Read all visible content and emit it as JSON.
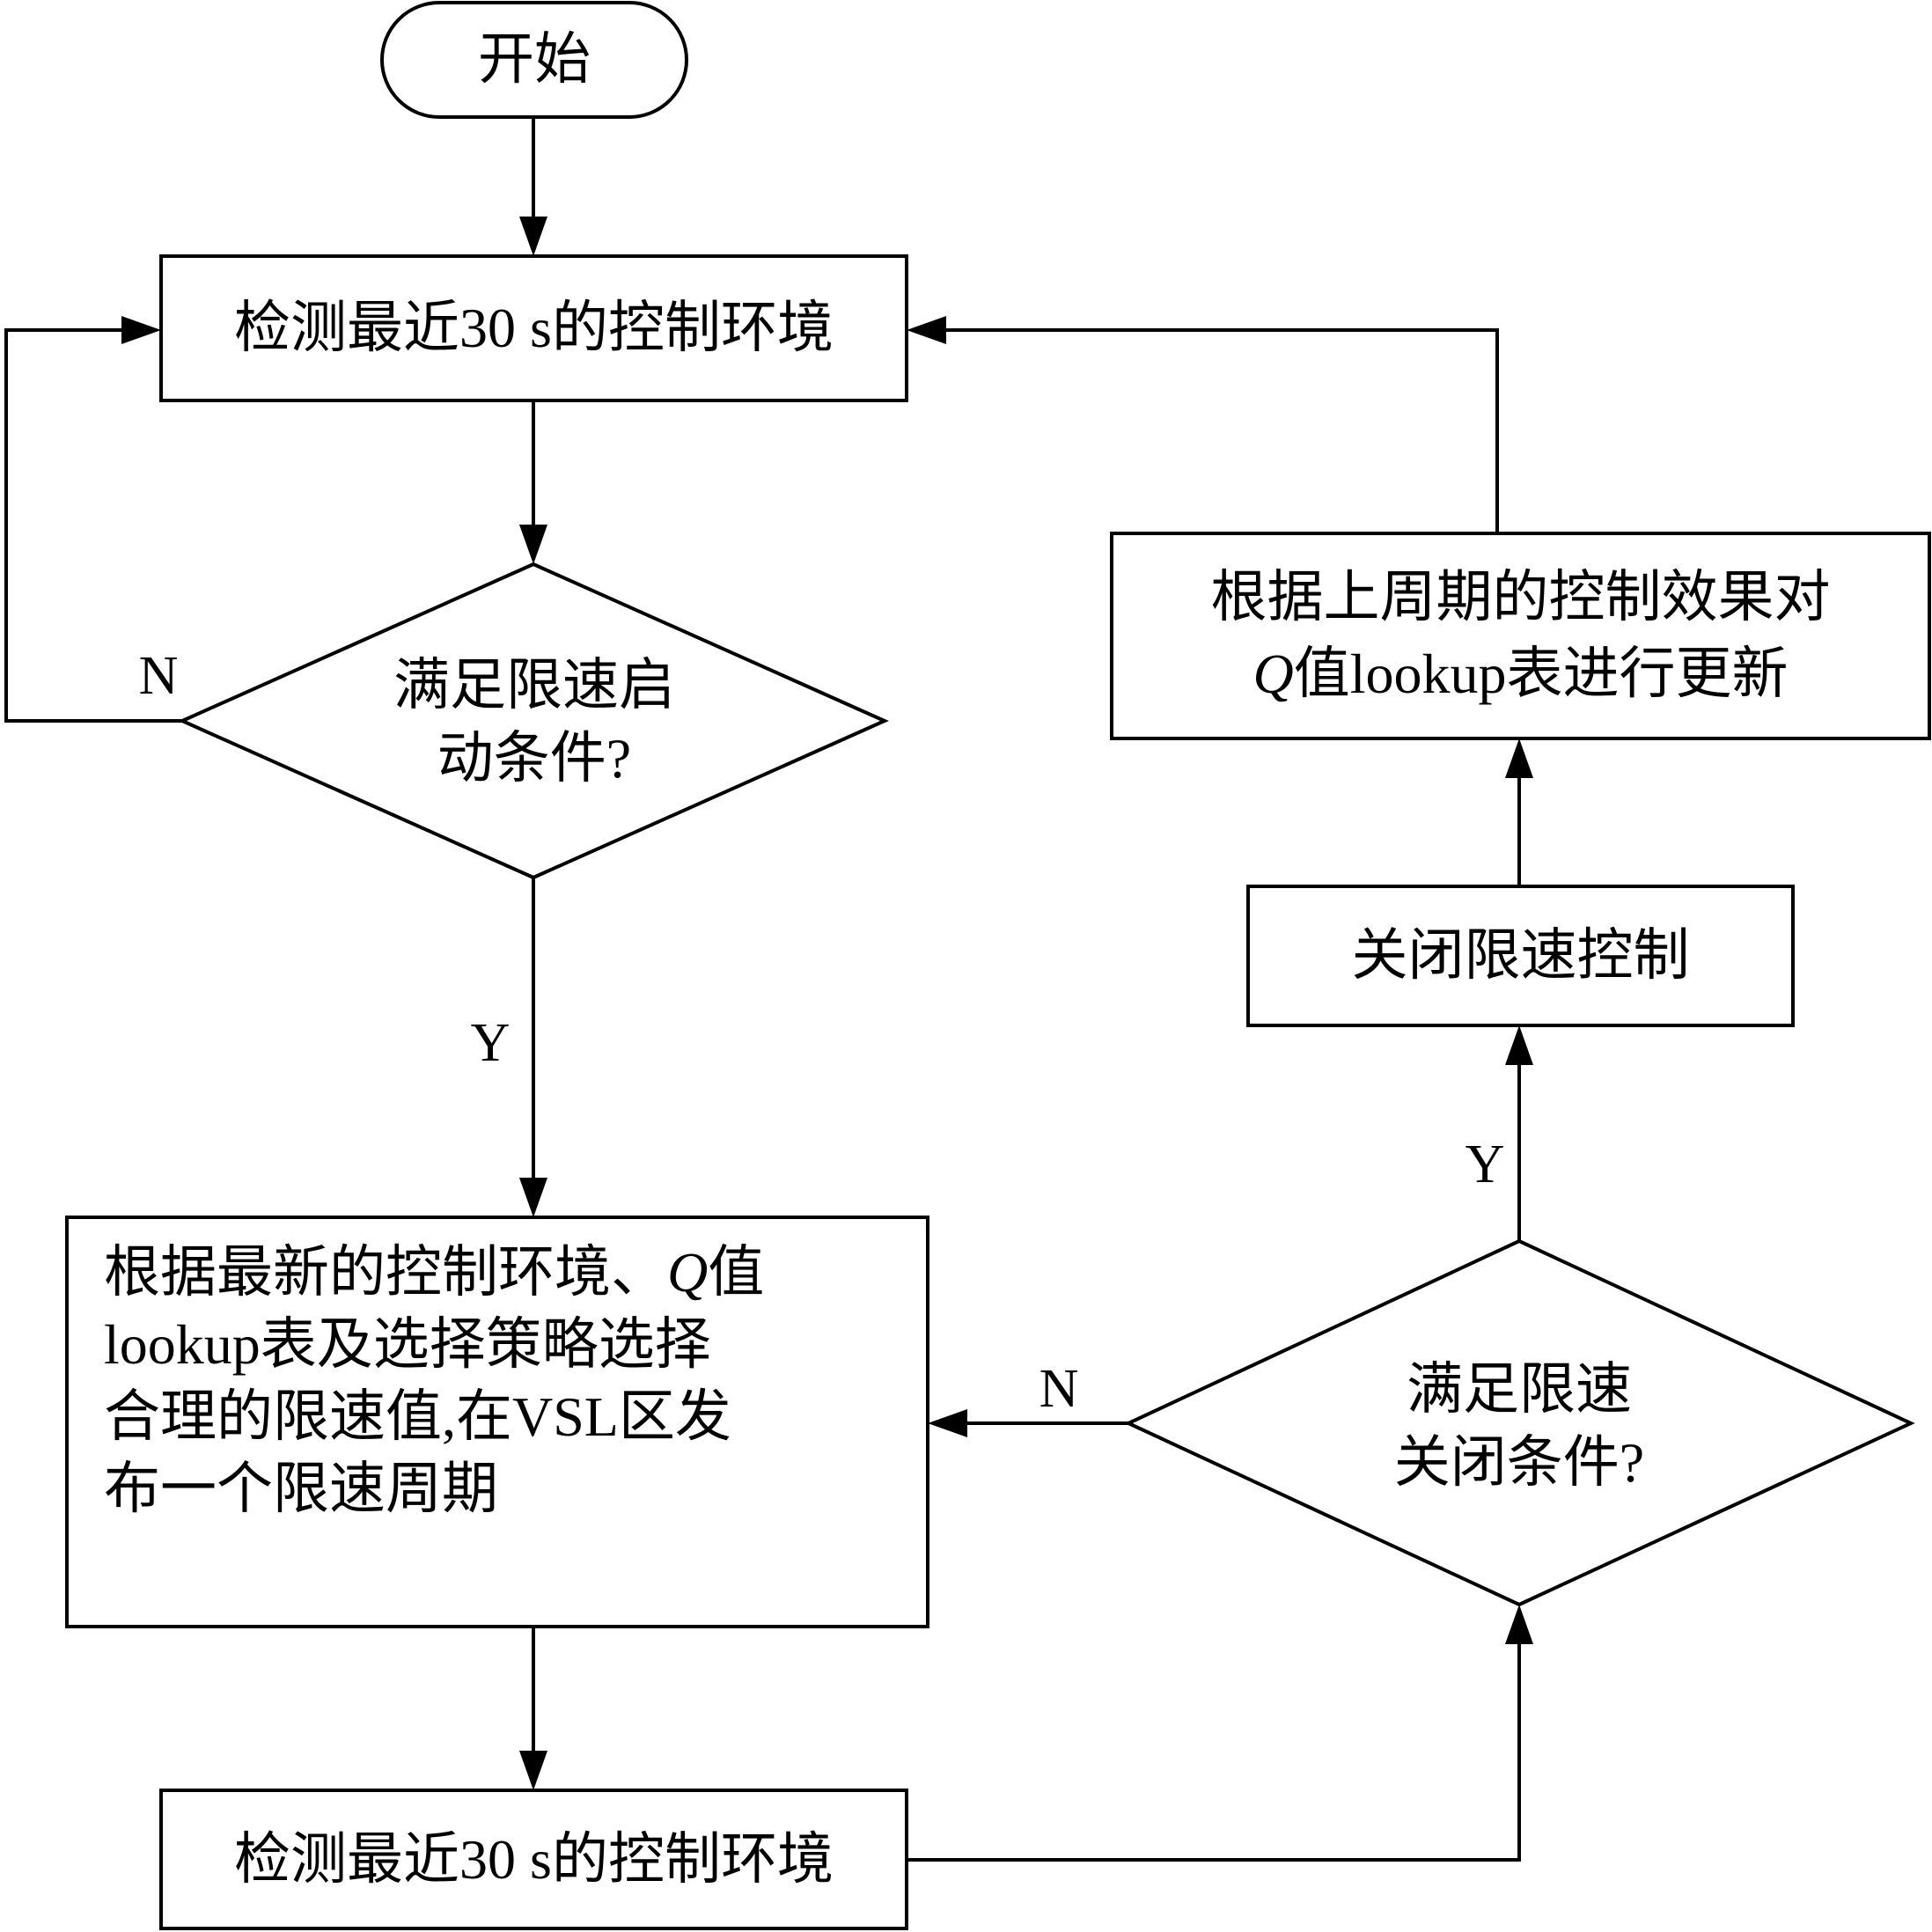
{
  "diagram": {
    "type": "flowchart",
    "nodes": {
      "start": {
        "label": "开始"
      },
      "detect1": {
        "label": "检测最近30 s的控制环境"
      },
      "decision_start": {
        "line1": "满足限速启",
        "line2": "动条件?"
      },
      "select_limit": {
        "line1_a": "根据最新的控制环境、",
        "line1_q": "Q",
        "line1_b": "值",
        "line2": "lookup表及选择策略选择",
        "line3": "合理的限速值,在VSL区发",
        "line4": "布一个限速周期"
      },
      "detect2": {
        "label": "检测最近30 s的控制环境"
      },
      "decision_close": {
        "line1": "满足限速",
        "line2": "关闭条件?"
      },
      "close_control": {
        "label": "关闭限速控制"
      },
      "update_q": {
        "line1": "根据上周期的控制效果对",
        "line2_q": "Q",
        "line2_b": "值lookup表进行更新"
      }
    },
    "edge_labels": {
      "start_no": "N",
      "start_yes": "Y",
      "close_no": "N",
      "close_yes": "Y"
    },
    "edges": [
      {
        "from": "start",
        "to": "detect1"
      },
      {
        "from": "detect1",
        "to": "decision_start"
      },
      {
        "from": "decision_start",
        "to": "detect1",
        "label": "N"
      },
      {
        "from": "decision_start",
        "to": "select_limit",
        "label": "Y"
      },
      {
        "from": "select_limit",
        "to": "detect2"
      },
      {
        "from": "detect2",
        "to": "decision_close"
      },
      {
        "from": "decision_close",
        "to": "select_limit",
        "label": "N"
      },
      {
        "from": "decision_close",
        "to": "close_control",
        "label": "Y"
      },
      {
        "from": "close_control",
        "to": "update_q"
      },
      {
        "from": "update_q",
        "to": "detect1"
      }
    ],
    "colors": {
      "stroke": "#000000",
      "background": "#ffffff"
    }
  }
}
